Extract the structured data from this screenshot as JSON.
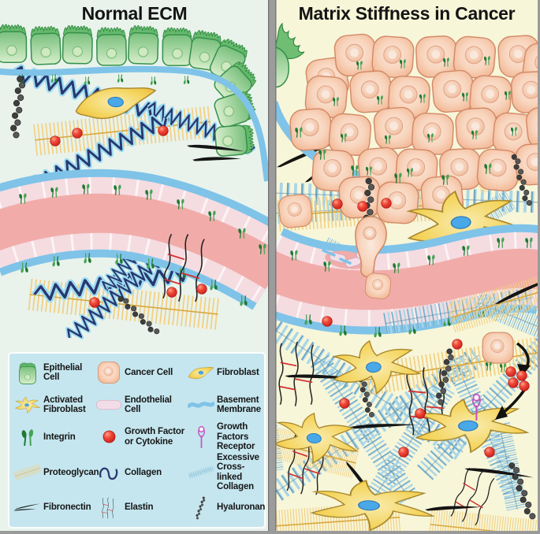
{
  "panels": {
    "left": {
      "title": "Normal ECM"
    },
    "right": {
      "title": "Matrix Stiffness in Cancer"
    }
  },
  "legend": {
    "items": [
      {
        "icon": "epithelial-cell-icon",
        "label": "Epithelial Cell"
      },
      {
        "icon": "cancer-cell-icon",
        "label": "Cancer Cell"
      },
      {
        "icon": "fibroblast-icon",
        "label": "Fibroblast"
      },
      {
        "icon": "activated-fibroblast-icon",
        "label": "Activated\nFibroblast"
      },
      {
        "icon": "endothelial-cell-icon",
        "label": "Endothelial\nCell"
      },
      {
        "icon": "basement-membrane-icon",
        "label": "Basement\nMembrane"
      },
      {
        "icon": "integrin-icon",
        "label": "Integrin"
      },
      {
        "icon": "growth-factor-icon",
        "label": "Growth Factor\nor Cytokine"
      },
      {
        "icon": "growth-factors-receptor-icon",
        "label": "Growth\nFactors\nReceptor"
      },
      {
        "icon": "proteoglycan-icon",
        "label": "Proteoglycan"
      },
      {
        "icon": "collagen-icon",
        "label": "Collagen"
      },
      {
        "icon": "excessive-crosslinked-collagen-icon",
        "label": "Excessive\nCross-linked\nCollagen"
      },
      {
        "icon": "fibronectin-icon",
        "label": "Fibronectin"
      },
      {
        "icon": "elastin-icon",
        "label": "Elastin"
      },
      {
        "icon": "hyaluronan-icon",
        "label": "Hyaluronan"
      }
    ]
  },
  "colors": {
    "left_panel_bg": "#E9F3EC",
    "right_panel_bg": "#F7F6D9",
    "legend_bg": "#C5E6EF",
    "divider_gray": "#9C9C9C",
    "epithelial_green": "#7CC47E",
    "cancer_cell_orange": "#F3BB9C",
    "fibroblast_yellow": "#F4D45C",
    "nucleus_blue": "#49A8E8",
    "vessel_lumen_pink": "#F1ACA9",
    "endothelial_pink": "#F4DCE1",
    "basement_membrane_blue": "#7FC3E8",
    "integrin_green": "#1F7A33",
    "growth_factor_red": "#D81E1E",
    "receptor_magenta": "#C455C0",
    "proteoglycan_yellow": "#F2D084",
    "collagen_navy": "#28386F",
    "crosslinked_collagen_blue": "#A9D6E8",
    "fibronectin_black": "#151515",
    "elastin_red": "#D23030",
    "hyaluronan_gray": "#4E4E4E"
  }
}
